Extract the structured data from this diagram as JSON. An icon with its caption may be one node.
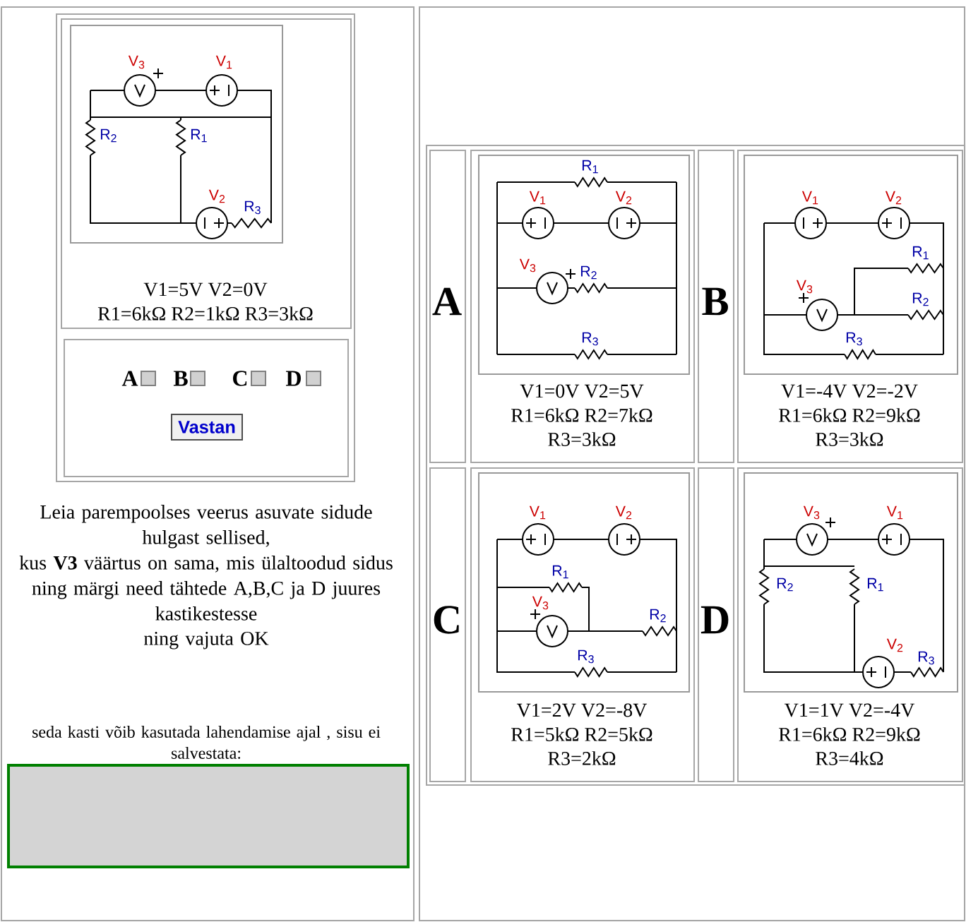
{
  "diagram": {
    "nodes": [
      {
        "text": [
          "V1=5V V2=0V",
          "R1=6kΩ R2=1kΩ R3=3kΩ"
        ]
      },
      {
        "text": [
          "A",
          "B",
          "C",
          "D"
        ]
      },
      {
        "text": [
          "Vastan"
        ],
        "in": 1
      },
      {
        "text": [
          "seda kasti võib kasutada lahendamise ajal , sisu ei salvestata:"
        ]
      },
      {
        "text": [
          "A"
        ]
      },
      {
        "text": [
          "V1=0V V2=5V",
          "R1=6kΩ R2=7kΩ",
          "R3=3kΩ"
        ]
      },
      {
        "text": [
          "B"
        ]
      },
      {
        "text": [
          "V1=-4V V2=-2V",
          "R1=6kΩ R2=9kΩ",
          "R3=3kΩ"
        ]
      },
      {
        "text": [
          "C"
        ]
      },
      {
        "text": [
          "V1=2V V2=-8V",
          "R1=5kΩ R2=5kΩ",
          "R3=2kΩ"
        ]
      },
      {
        "text": [
          "D"
        ]
      },
      {
        "text": [
          "V1=1V V2=-4V",
          "R1=6kΩ R2=9kΩ",
          "R3=4kΩ"
        ]
      }
    ],
    "labels": [
      "V$_{3}$",
      "V$_{1}$",
      "R$_{2}$",
      "R$_{1}$",
      "V$_{2}$",
      "R$_{3}$",
      "Leia parempoolses veerus asuvate sidude hulgast sellised,",
      "kus **V3** väärtus on sama, mis ülaltoodud sidus",
      "ning märgi need tähtede A,B,C ja D juures kastikestesse",
      "ning vajuta OK",
      "R$_{1}$",
      "V$_{1}$",
      "V$_{2}$",
      "V$_{3}$",
      "R$_{2}$",
      "R$_{3}$",
      "V$_{1}$",
      "V$_{2}$",
      "R$_{1}$",
      "V$_{3}$",
      "R$_{2}$",
      "R$_{3}$",
      "V$_{1}$",
      "V$_{2}$",
      "R$_{1}$",
      "V$_{3}$",
      "R$_{2}$",
      "R$_{3}$",
      "V$_{3}$",
      "V$_{1}$",
      "R$_{2}$",
      "R$_{1}$",
      "V$_{2}$",
      "R$_{3}$"
    ]
  }
}
